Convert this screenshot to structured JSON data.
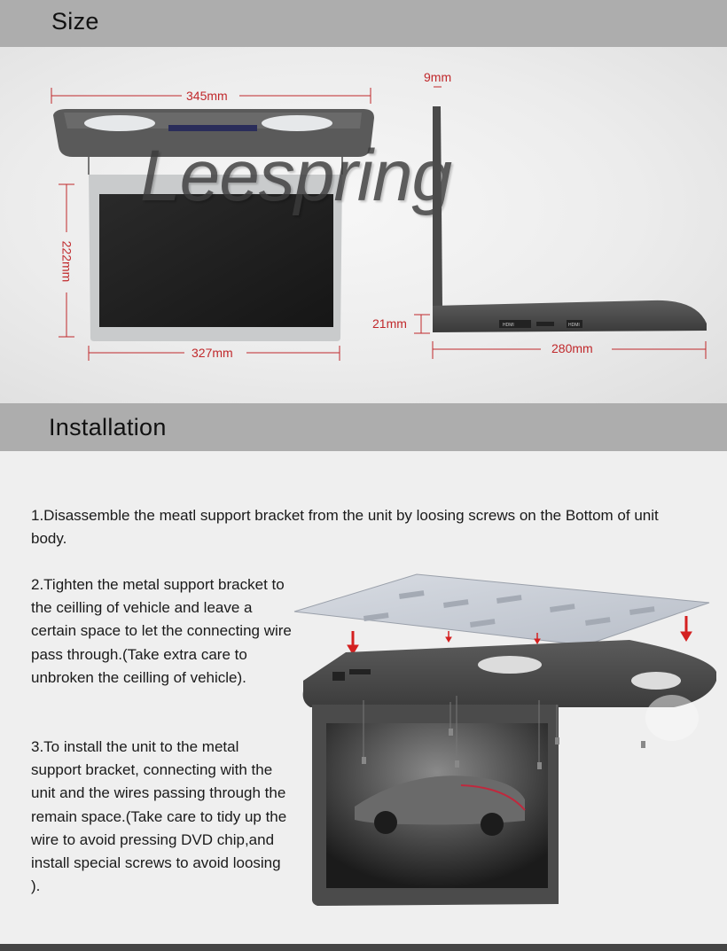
{
  "size_section": {
    "title": "Size",
    "dimensions": {
      "width_top": "345mm",
      "height": "222mm",
      "width_bottom": "327mm",
      "thickness": "9mm",
      "base_height": "21mm",
      "depth": "280mm"
    },
    "watermark": "Leespring",
    "port_labels": [
      "HDMI",
      "HDMI"
    ]
  },
  "installation_section": {
    "title": "Installation",
    "steps": [
      "1.Disassemble the meatl support bracket from the unit by loosing screws on the Bottom of unit body.",
      "2.Tighten the metal support bracket to the ceilling of vehicle and leave a certain space to let the connecting wire pass through.(Take extra care to unbroken the ceilling of vehicle).",
      "3.To install the unit to the metal support bracket, connecting with the unit and the wires passing through the remain space.(Take care to tidy up the wire to avoid pressing DVD chip,and install special screws to avoid loosing )."
    ]
  },
  "colors": {
    "header_band": "#adadad",
    "dimension_red": "#c0282b",
    "arrow_red": "#d42020",
    "device_gray": "#4a4a4a"
  }
}
